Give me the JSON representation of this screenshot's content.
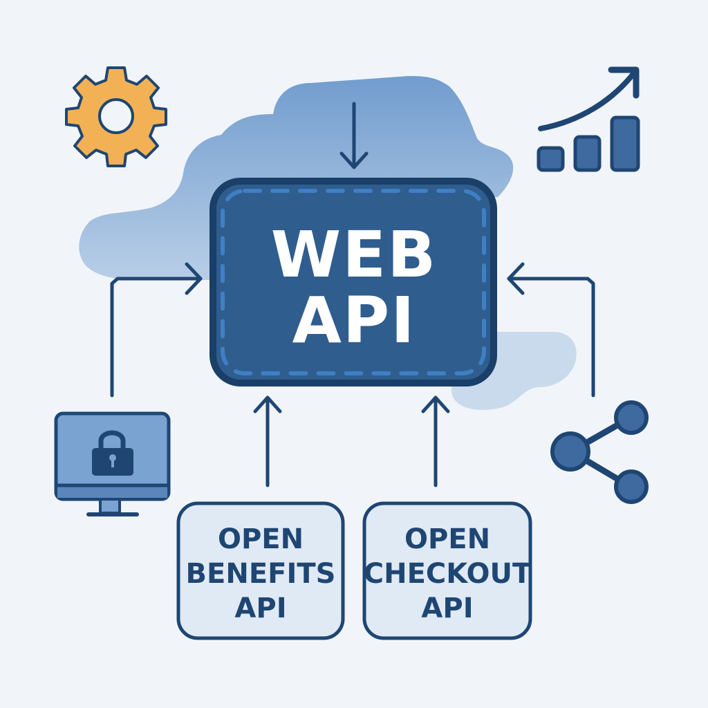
{
  "diagram": {
    "title": "Web API integration diagram",
    "center_node": {
      "line1": "WEB",
      "line2": "API"
    },
    "source_nodes": [
      {
        "line1": "OPEN",
        "line2": "BENEFITS",
        "line3": "API"
      },
      {
        "line1": "OPEN",
        "line2": "CHECKOUT",
        "line3": "API"
      }
    ],
    "icons": [
      {
        "name": "gear-icon",
        "meaning": "settings / configuration"
      },
      {
        "name": "growth-chart-icon",
        "meaning": "analytics / growth"
      },
      {
        "name": "secure-monitor-icon",
        "meaning": "secure client / lock on monitor"
      },
      {
        "name": "share-icon",
        "meaning": "sharing / network"
      }
    ],
    "connections": [
      {
        "from": "top",
        "to": "WEB API"
      },
      {
        "from": "secure-monitor-icon",
        "to": "WEB API"
      },
      {
        "from": "share-icon",
        "to": "WEB API"
      },
      {
        "from": "OPEN BENEFITS API",
        "to": "WEB API"
      },
      {
        "from": "OPEN CHECKOUT API",
        "to": "WEB API"
      }
    ],
    "colors": {
      "background": "#f1f5f9",
      "navy": "#1f4673",
      "primary_blue": "#2f5d8e",
      "dash_blue": "#3f7fc4",
      "cloud_blue": "#7aa3d1",
      "cloud_light": "#c9daec",
      "source_fill": "#e0eaf5",
      "gear_orange": "#f3b155"
    }
  }
}
